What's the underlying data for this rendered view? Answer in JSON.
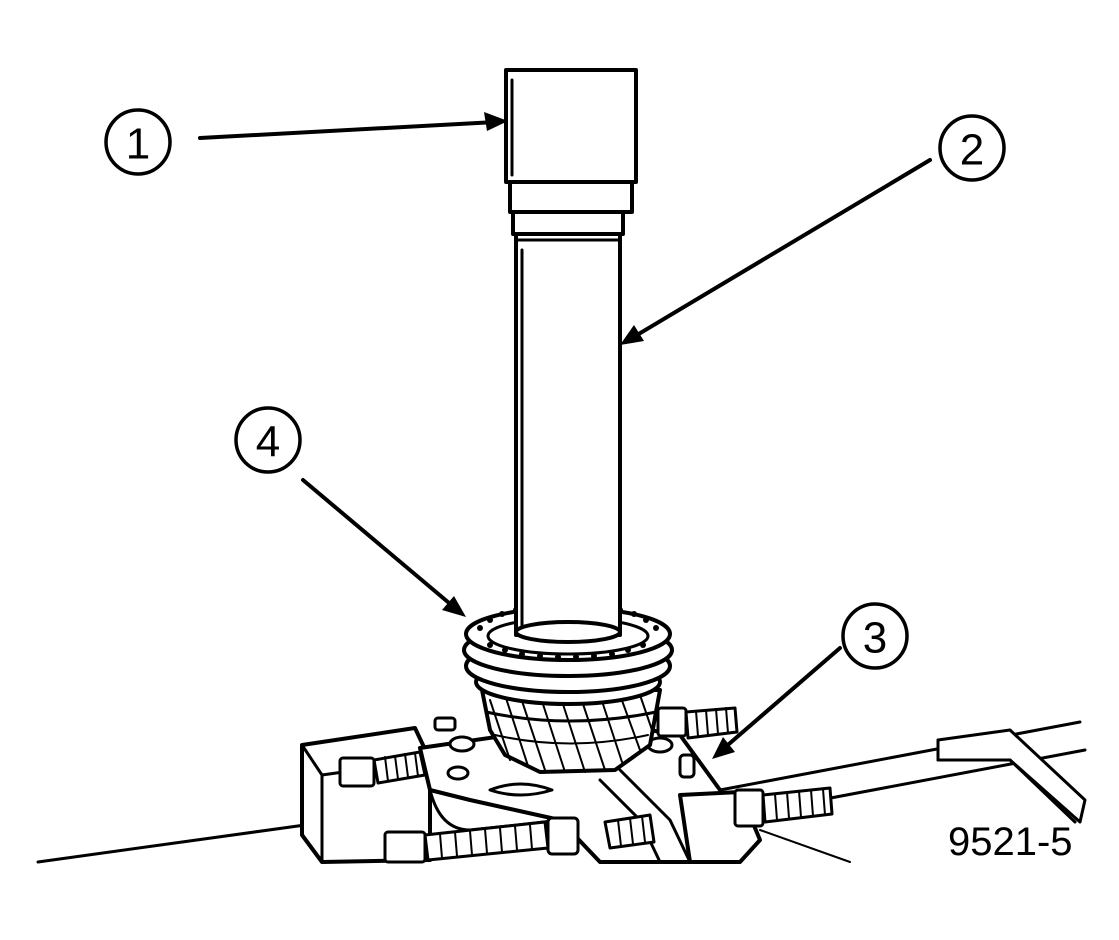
{
  "figure": {
    "figure_id": "9521-5",
    "callouts": [
      {
        "label": "1",
        "target": "press-ram"
      },
      {
        "label": "2",
        "target": "installer-tool-shaft"
      },
      {
        "label": "3",
        "target": "press-plate-fixture"
      },
      {
        "label": "4",
        "target": "synchronizer-ring-gear"
      }
    ]
  }
}
